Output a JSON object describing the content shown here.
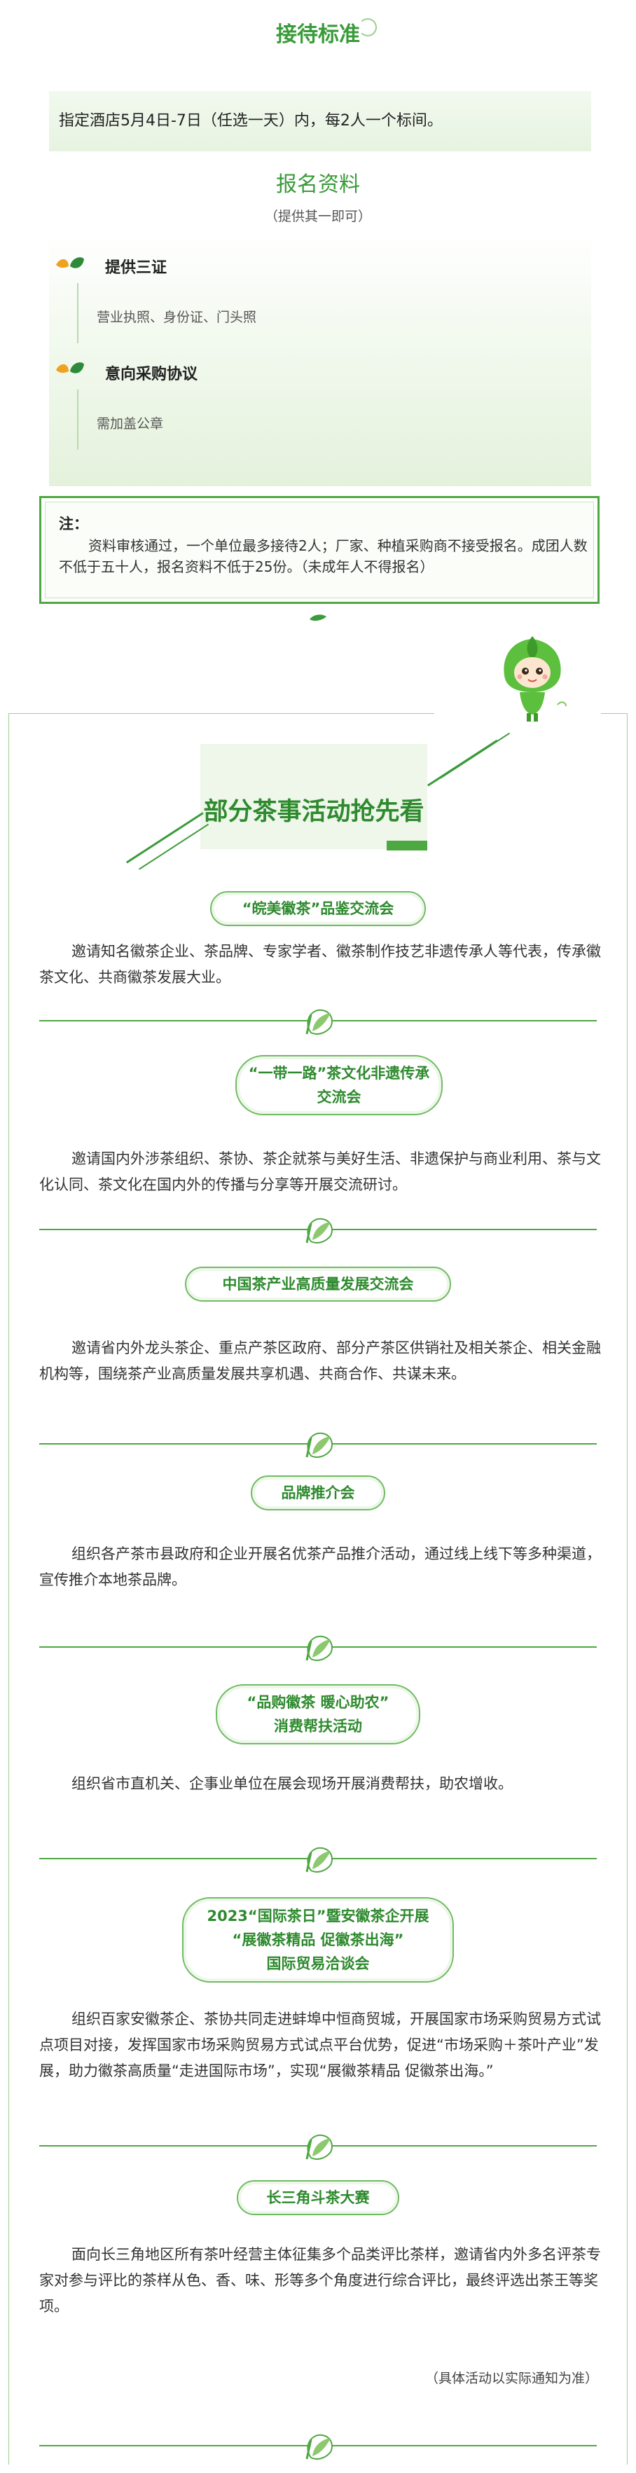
{
  "reception": {
    "title": "接待标准",
    "text": "指定酒店5月4日-7日（任选一天）内，每2人一个标间。"
  },
  "registration": {
    "title": "报名资料",
    "subtitle": "（提供其一即可）",
    "items": [
      {
        "title": "提供三证",
        "desc": "营业执照、身份证、门头照"
      },
      {
        "title": "意向采购协议",
        "desc": "需加盖公章"
      }
    ]
  },
  "note": {
    "label": "注：",
    "text": "资料审核通过，一个单位最多接待2人；厂家、种植采购商不接受报名。成团人数不低于五十人，报名资料不低于25份。（未成年人不得报名）"
  },
  "activities": {
    "title": "部分茶事活动抢先看",
    "items": [
      {
        "title_lines": [
          "“皖美徽茶”品鉴交流会"
        ],
        "desc": "邀请知名徽茶企业、茶品牌、专家学者、徽茶制作技艺非遗传承人等代表，传承徽茶文化、共商徽茶发展大业。"
      },
      {
        "title_lines": [
          "“一带一路”茶文化非遗传承",
          "交流会"
        ],
        "desc": "邀请国内外涉茶组织、茶协、茶企就茶与美好生活、非遗保护与商业利用、茶与文化认同、茶文化在国内外的传播与分享等开展交流研讨。"
      },
      {
        "title_lines": [
          "中国茶产业高质量发展交流会"
        ],
        "desc": "邀请省内外龙头茶企、重点产茶区政府、部分产茶区供销社及相关茶企、相关金融机构等，围绕茶产业高质量发展共享机遇、共商合作、共谋未来。"
      },
      {
        "title_lines": [
          "品牌推介会"
        ],
        "desc": "组织各产茶市县政府和企业开展名优茶产品推介活动，通过线上线下等多种渠道，宣传推介本地茶品牌。"
      },
      {
        "title_lines": [
          "“品购徽茶 暖心助农”",
          "消费帮扶活动"
        ],
        "desc": "组织省市直机关、企事业单位在展会现场开展消费帮扶，助农增收。"
      },
      {
        "title_lines": [
          "2023“国际茶日”暨安徽茶企开展",
          "“展徽茶精品 促徽茶出海”",
          "国际贸易洽谈会"
        ],
        "desc": "组织百家安徽茶企、茶协共同走进蚌埠中恒商贸城，开展国家市场采购贸易方式试点项目对接，发挥国家市场采购贸易方式试点平台优势，促进“市场采购＋茶叶产业”发展，助力徽茶高质量“走进国际市场”，实现“展徽茶精品 促徽茶出海。”"
      },
      {
        "title_lines": [
          "长三角斗茶大赛"
        ],
        "desc": "面向长三角地区所有茶叶经营主体征集多个品类评比茶样，邀请省内外多名评茶专家对参与评比的茶样从色、香、味、形等多个角度进行综合评比，最终评选出茶王等奖项。"
      }
    ],
    "disclaimer": "（具体活动以实际通知为准）"
  },
  "colors": {
    "accent": "#3a9b3a",
    "frame": "#9fcf94",
    "pill_border": "#6fbb62",
    "leaf_orange": "#f0a21e"
  },
  "icons": [
    "tea-leaf-icon",
    "mascot-icon",
    "divider-leaf-icon"
  ]
}
